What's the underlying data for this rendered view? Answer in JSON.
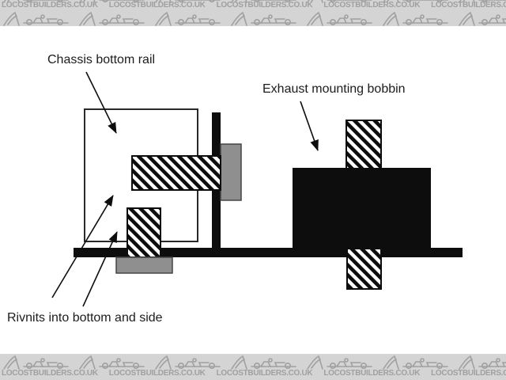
{
  "watermark": {
    "text": "LOCOSTBUILDERS.CO.UK",
    "icon": "locost-car"
  },
  "diagram": {
    "labels": {
      "chassis": "Chassis bottom rail",
      "bobbin": "Exhaust mounting bobbin",
      "rivnits": "Rivnits into bottom and side"
    }
  },
  "colors": {
    "paper": "#ffffff",
    "band-bg": "#d4d4d4",
    "band-ink": "#a0a0a0",
    "ink": "#0d0d0d",
    "metal-gray": "#8f8f8f",
    "outline": "#2a2a2a",
    "label-ink": "#1c1c1c"
  }
}
